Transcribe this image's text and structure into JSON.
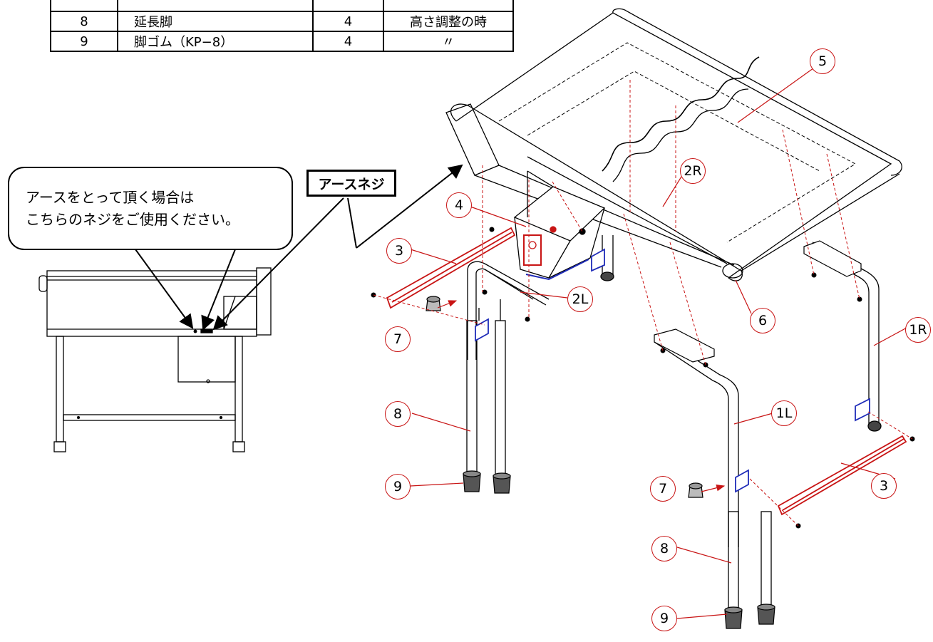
{
  "parts_table": {
    "rows": [
      {
        "no": "8",
        "name": "延長脚",
        "qty": "4",
        "note": "高さ調整の時"
      },
      {
        "no": "9",
        "name": "脚ゴム（KP−8）",
        "qty": "4",
        "note": "〃"
      }
    ]
  },
  "callout": {
    "line1": "アースをとって頂く場合は",
    "line2": "こちらのネジをご使用ください。"
  },
  "earth_screw_label": "アースネジ",
  "balloons": {
    "b1L": "1L",
    "b1R": "1R",
    "b2L": "2L",
    "b2R": "2R",
    "b3a": "3",
    "b3b": "3",
    "b4": "4",
    "b5": "5",
    "b6": "6",
    "b7a": "7",
    "b7b": "7",
    "b8a": "8",
    "b8b": "8",
    "b9a": "9",
    "b9b": "9"
  },
  "colors": {
    "leader": "#c81414",
    "bracket_red": "#c81414",
    "bracket_blue": "#1e2bb8",
    "outline": "#000000"
  }
}
